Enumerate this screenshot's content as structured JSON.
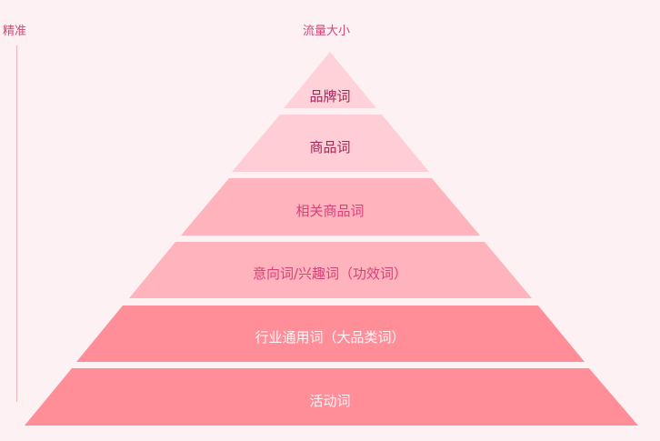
{
  "axis": {
    "left_label": "精准",
    "top_label": "流量大小"
  },
  "pyramid": {
    "layers": [
      {
        "label": "品牌词",
        "color": "#ffd2d9",
        "text_color": "#a8245c"
      },
      {
        "label": "商品词",
        "color": "#ffcdd5",
        "text_color": "#a8245c"
      },
      {
        "label": "相关商品词",
        "color": "#ffb3bc",
        "text_color": "#d8407a"
      },
      {
        "label": "意向词/兴趣词（功效词）",
        "color": "#ffb3bc",
        "text_color": "#d8407a"
      },
      {
        "label": "行业通用词（大品类词）",
        "color": "#ff8e99",
        "text_color": "#fff4f6"
      },
      {
        "label": "活动词",
        "color": "#ff8e99",
        "text_color": "#fff4f6"
      }
    ]
  }
}
